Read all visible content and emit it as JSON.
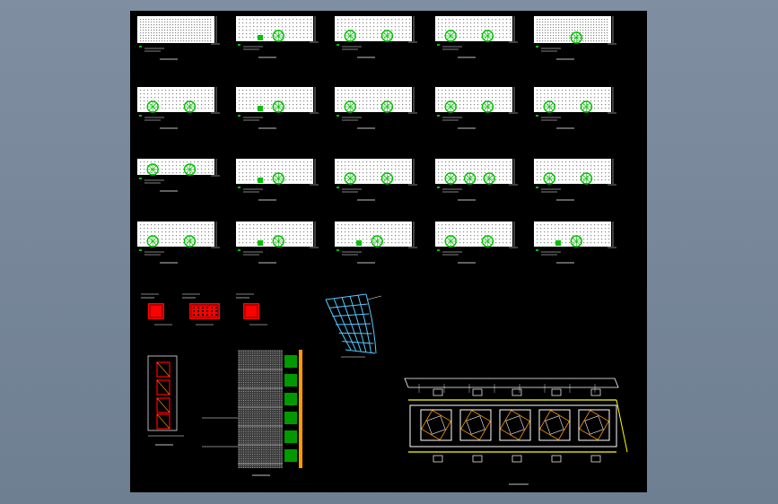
{
  "viewer": {
    "background_color": "#7a889b",
    "sheet_color": "#000000"
  },
  "drawing": {
    "colors": {
      "line": "#ffffff",
      "tree": "#00c000",
      "panel": "#ff0000",
      "accent": "#ff9900",
      "glass": "#58c8ff",
      "frame": "#ffff00"
    },
    "elevations": {
      "rows": 4,
      "columns": 5,
      "items": [
        {
          "trees": 0,
          "dense": true
        },
        {
          "trees": 1,
          "dense": false
        },
        {
          "trees": 2,
          "dense": false
        },
        {
          "trees": 2,
          "dense": false
        },
        {
          "trees": 1,
          "dense": true
        },
        {
          "trees": 2,
          "dense": false
        },
        {
          "trees": 1,
          "dense": false
        },
        {
          "trees": 2,
          "dense": false
        },
        {
          "trees": 2,
          "dense": false
        },
        {
          "trees": 2,
          "dense": false
        },
        {
          "trees": 2,
          "dense": false
        },
        {
          "trees": 1,
          "dense": false
        },
        {
          "trees": 2,
          "dense": false
        },
        {
          "trees": 3,
          "dense": false
        },
        {
          "trees": 2,
          "dense": false
        },
        {
          "trees": 2,
          "dense": false
        },
        {
          "trees": 1,
          "dense": false
        },
        {
          "trees": 1,
          "dense": false
        },
        {
          "trees": 2,
          "dense": false
        },
        {
          "trees": 1,
          "dense": false
        }
      ]
    },
    "details": {
      "section_panels": 3,
      "tall_elevation_rows": 6,
      "plan_modules": 5
    }
  }
}
